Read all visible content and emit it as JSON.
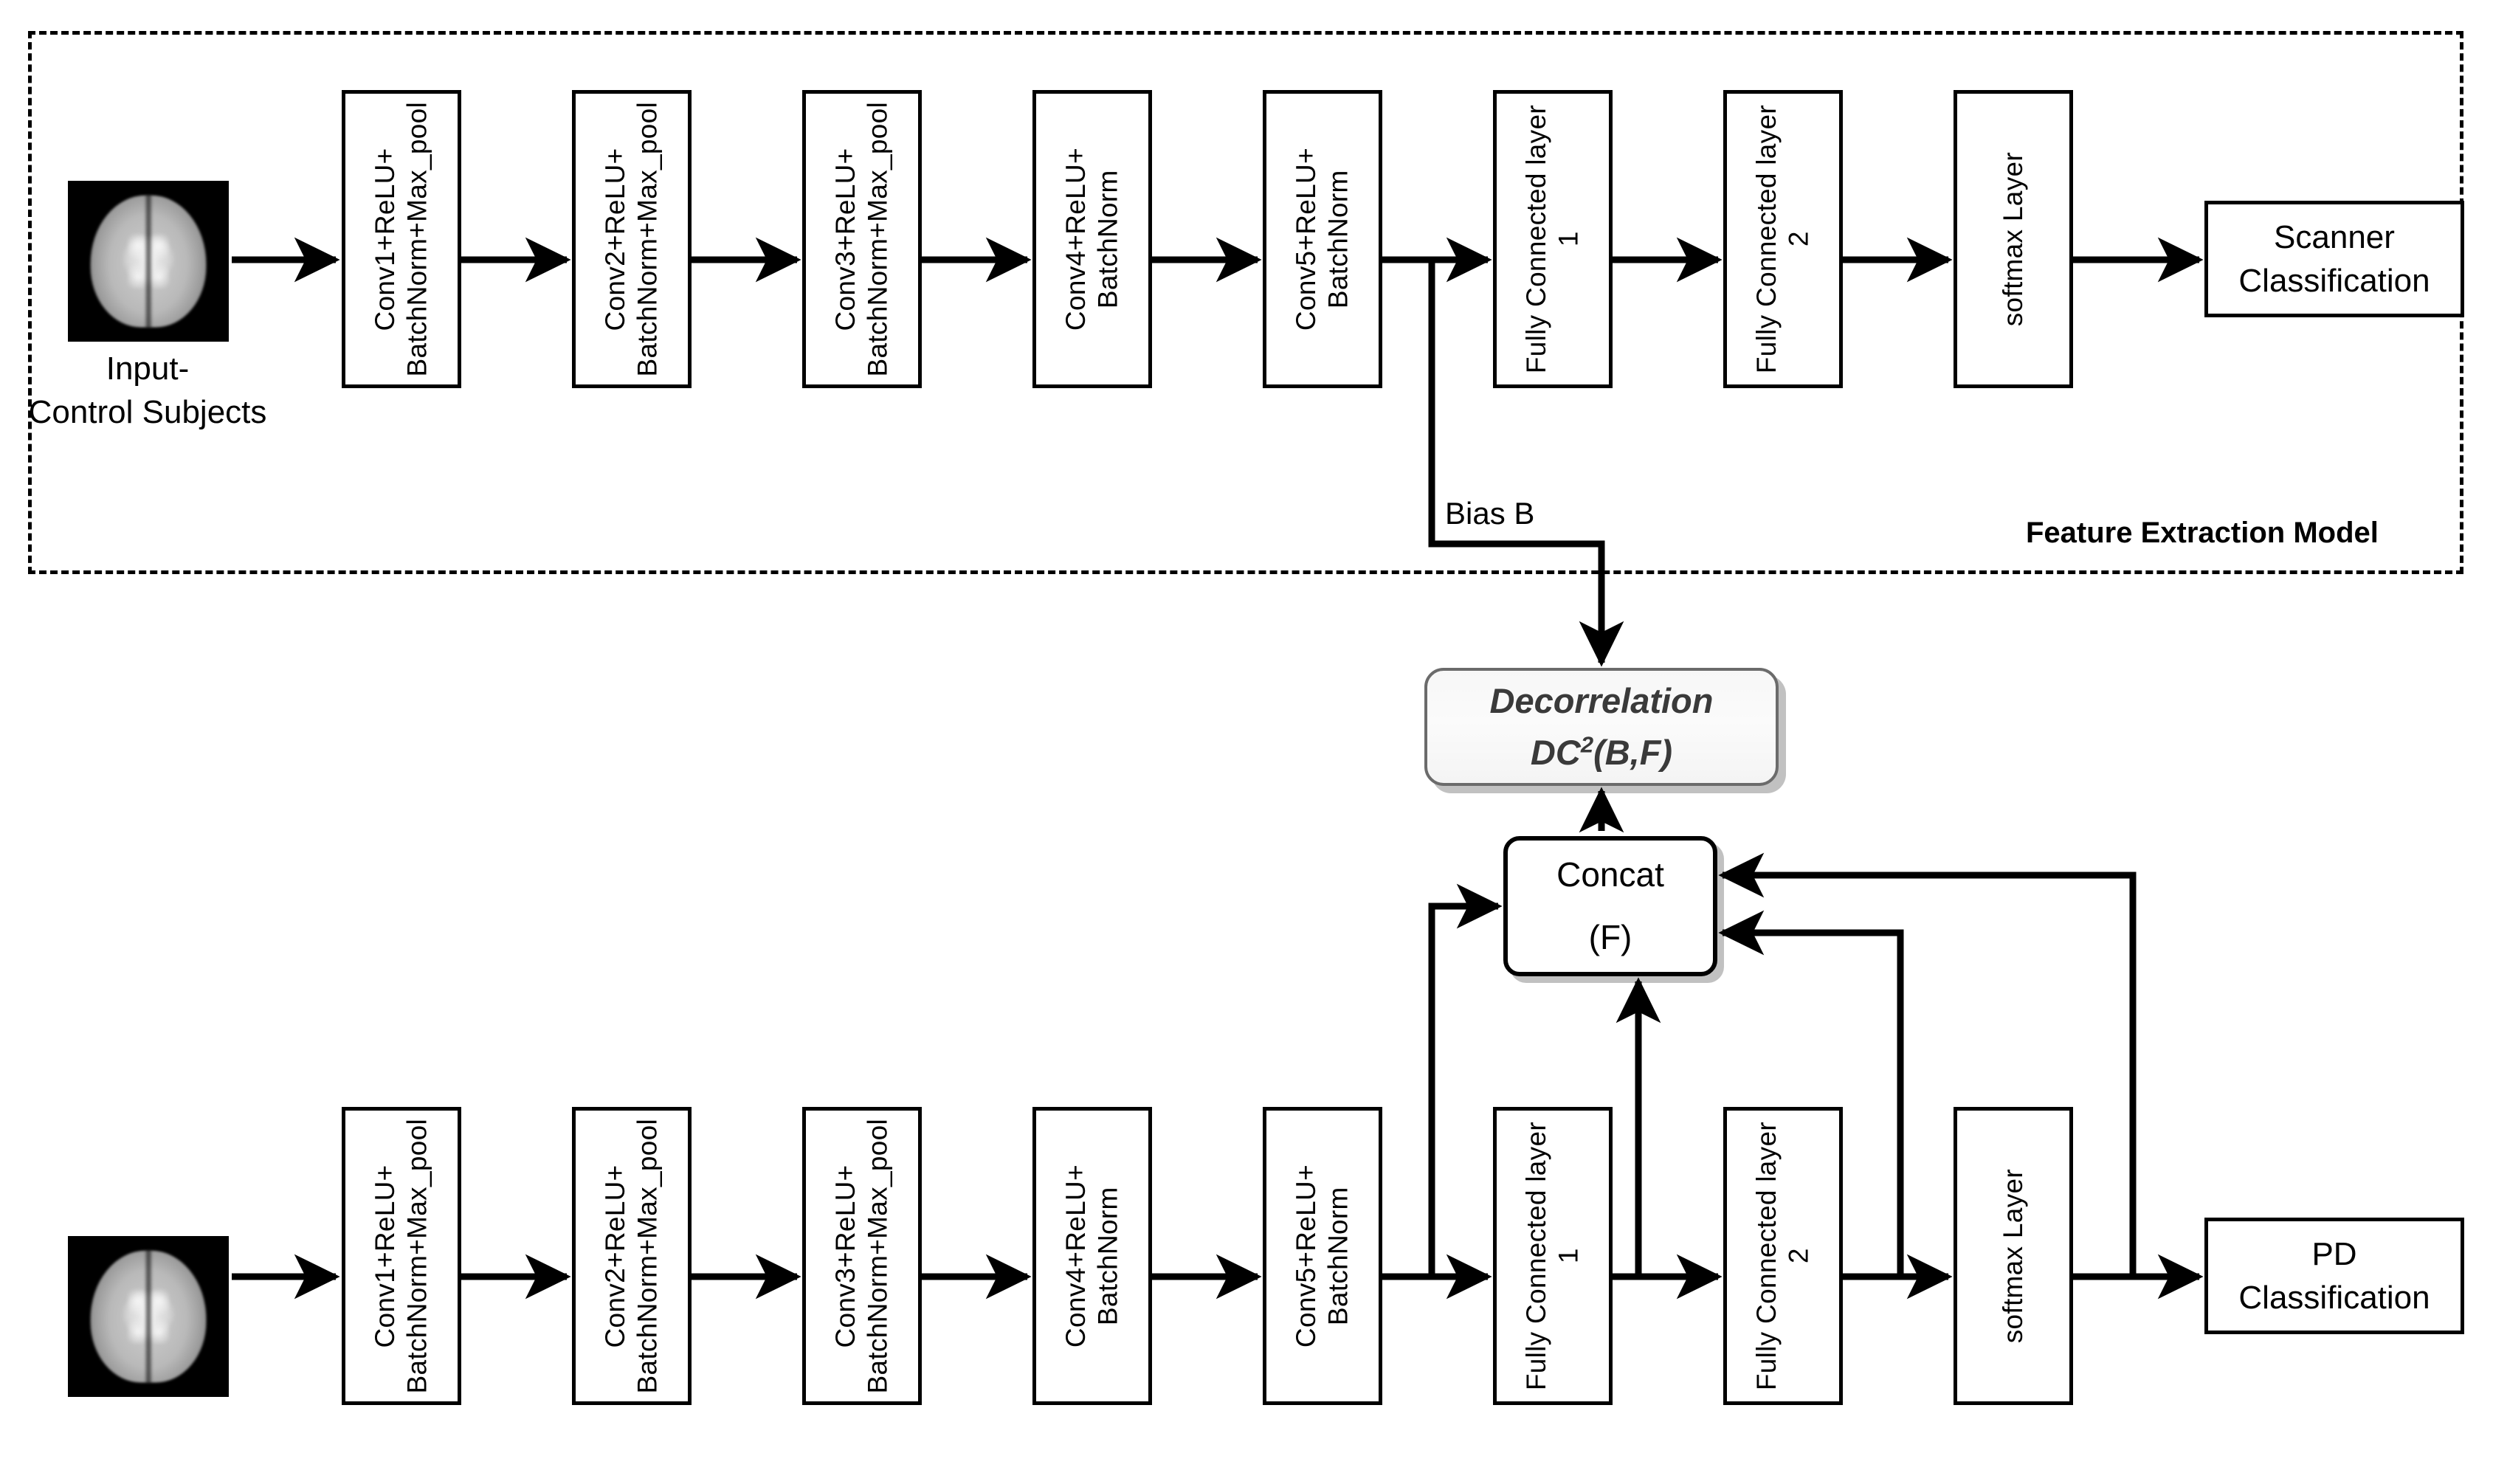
{
  "diagram": {
    "title_region": {
      "feature_extraction_label": "Feature Extraction Model"
    },
    "top_branch": {
      "input_caption": "Input-\nControl Subjects",
      "blocks": [
        {
          "label": "Conv1+ReLU+\nBatchNorm+Max_pool"
        },
        {
          "label": "Conv2+ReLU+\nBatchNorm+Max_pool"
        },
        {
          "label": "Conv3+ReLU+\nBatchNorm+Max_pool"
        },
        {
          "label": "Conv4+ReLU+\nBatchNorm"
        },
        {
          "label": "Conv5+ReLU+\nBatchNorm"
        },
        {
          "label": "Fully Connected layer\n1"
        },
        {
          "label": "Fully Connected layer\n2"
        },
        {
          "label": "softmax Layer"
        }
      ],
      "output": "Scanner\nClassification",
      "bias_edge_label": "Bias B"
    },
    "bottom_branch": {
      "input_caption": "",
      "blocks": [
        {
          "label": "Conv1+ReLU+\nBatchNorm+Max_pool"
        },
        {
          "label": "Conv2+ReLU+\nBatchNorm+Max_pool"
        },
        {
          "label": "Conv3+ReLU+\nBatchNorm+Max_pool"
        },
        {
          "label": "Conv4+ReLU+\nBatchNorm"
        },
        {
          "label": "Conv5+ReLU+\nBatchNorm"
        },
        {
          "label": "Fully Connected layer\n1"
        },
        {
          "label": "Fully Connected layer\n2"
        },
        {
          "label": "softmax Layer"
        }
      ],
      "output": "PD\nClassification"
    },
    "decorrelation": {
      "line1": "Decorrelation",
      "line2_pre": "DC",
      "line2_sup": "2",
      "line2_post": "(B,F)"
    },
    "concat": {
      "line1": "Concat",
      "line2": "(F)"
    },
    "colors": {
      "stroke": "#000000",
      "decorrelation_fill": "#f7f7f7",
      "decorrelation_border": "#6b6b6b",
      "decorrelation_text": "#3a3a3a",
      "shadow": "#bebebe",
      "background": "#ffffff"
    }
  }
}
